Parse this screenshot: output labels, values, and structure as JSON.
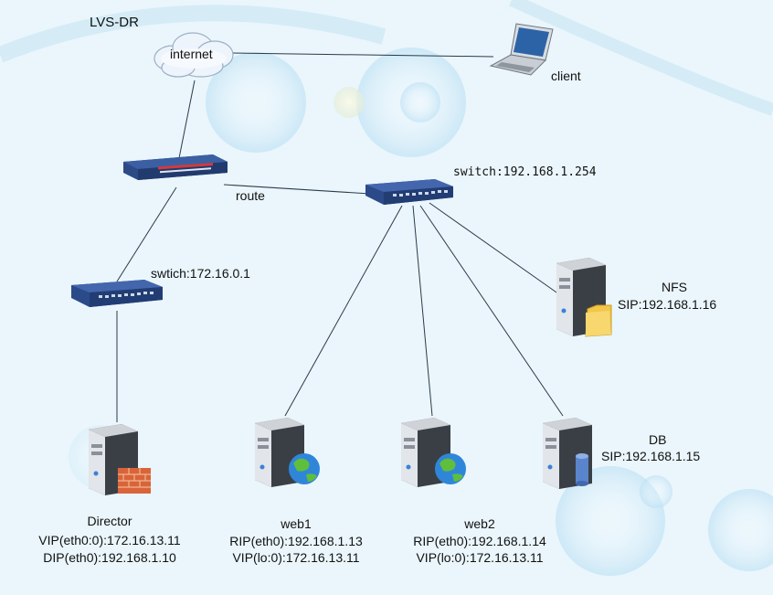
{
  "title": "LVS-DR",
  "nodes": {
    "internet": {
      "label": "internet"
    },
    "client": {
      "label": "client"
    },
    "route": {
      "label": "route"
    },
    "switch_main": {
      "label": "switch:192.168.1.254"
    },
    "switch_front": {
      "label": "swtich:172.16.0.1"
    },
    "nfs": {
      "name": "NFS",
      "ip": "SIP:192.168.1.16"
    },
    "db": {
      "name": "DB",
      "ip": "SIP:192.168.1.15"
    },
    "director": {
      "name": "Director",
      "vip": "VIP(eth0:0):172.16.13.11",
      "dip": "DIP(eth0):192.168.1.10"
    },
    "web1": {
      "name": "web1",
      "rip": "RIP(eth0):192.168.1.13",
      "vip": "VIP(lo:0):172.16.13.11"
    },
    "web2": {
      "name": "web2",
      "rip": "RIP(eth0):192.168.1.14",
      "vip": "VIP(lo:0):172.16.13.11"
    }
  }
}
